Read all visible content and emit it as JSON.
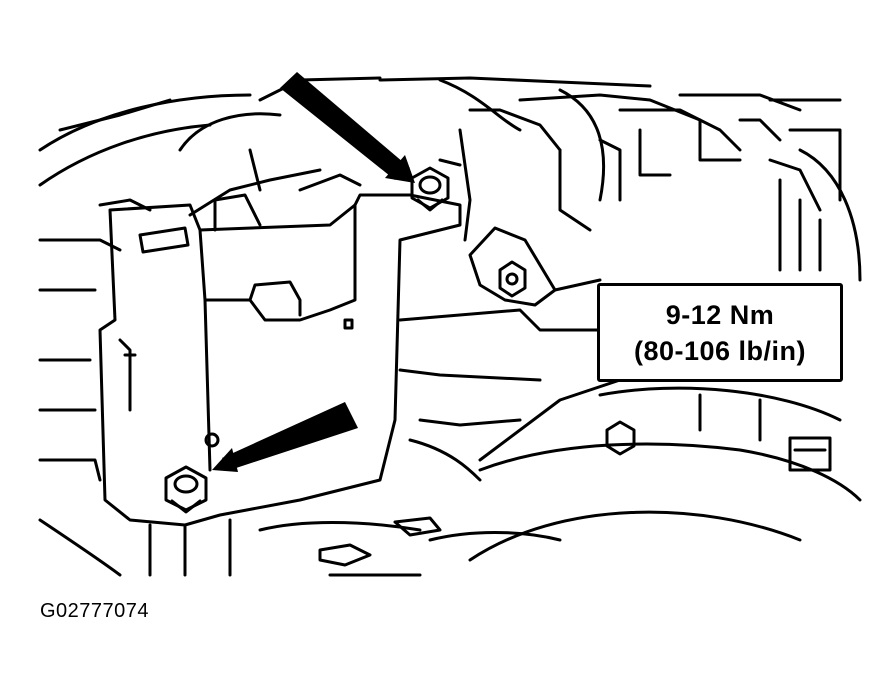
{
  "torque_spec": {
    "metric": "9-12 Nm",
    "imperial": "(80-106 lb/in)"
  },
  "figure_id": "G02777074",
  "colors": {
    "ink": "#000000",
    "paper": "#ffffff"
  }
}
